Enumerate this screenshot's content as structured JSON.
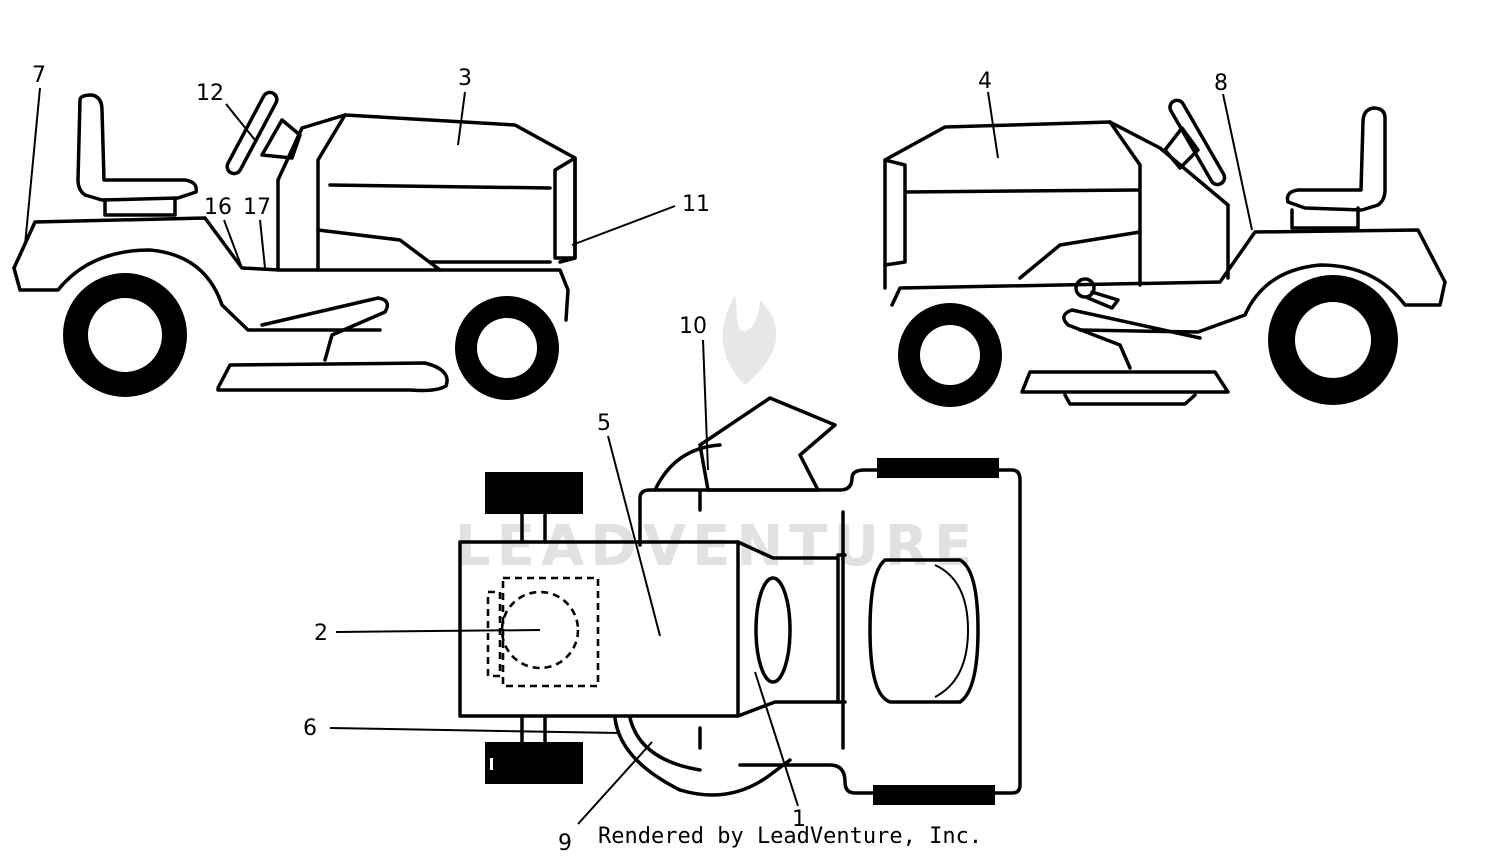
{
  "callouts": {
    "c1": "1",
    "c2": "2",
    "c3": "3",
    "c4": "4",
    "c5": "5",
    "c6": "6",
    "c7": "7",
    "c8": "8",
    "c9": "9",
    "c10": "10",
    "c11": "11",
    "c12": "12",
    "c16": "16",
    "c17": "17"
  },
  "watermark": "LEADVENTURE",
  "credit": "Rendered by LeadVenture, Inc.",
  "colors": {
    "ink": "#000000",
    "watermark": "#dedede"
  }
}
